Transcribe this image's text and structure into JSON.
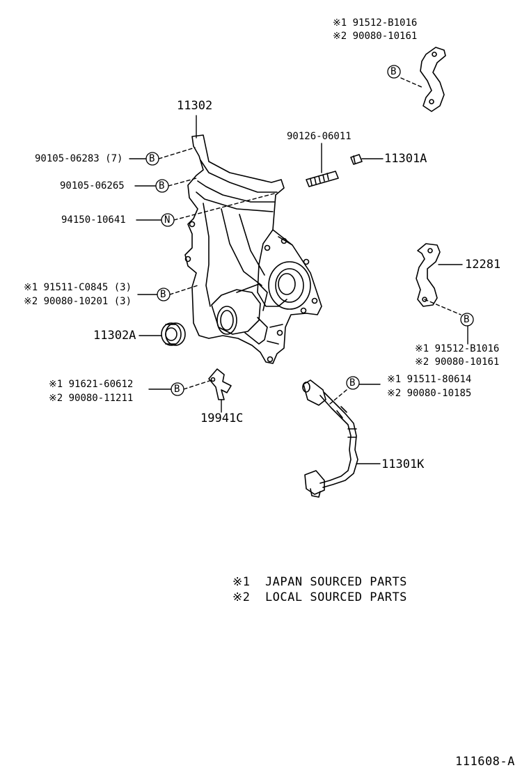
{
  "diagram": {
    "parts": {
      "p11302": "11302",
      "p90105_06283": "90105-06283 (7)",
      "p90105_06265": "90105-06265",
      "p94150_10641": "94150-10641",
      "p90126_06011": "90126-06011",
      "p11301A": "11301A",
      "p12281": "12281",
      "p11302A": "11302A",
      "p19941C": "19941C",
      "p11301K": "11301K"
    },
    "callouts": {
      "top_right_1": "※1 91512-B1016",
      "top_right_2": "※2 90080-10161",
      "left_mid_1": "※1 91511-C0845 (3)",
      "left_mid_2": "※2 90080-10201 (3)",
      "right_mid_1": "※1 91512-B1016",
      "right_mid_2": "※2 90080-10161",
      "left_low_1": "※1 91621-60612",
      "left_low_2": "※2 90080-11211",
      "right_low_1": "※1 91511-80614",
      "right_low_2": "※2 90080-10185"
    },
    "markers": {
      "bolt": "B",
      "nut": "N"
    },
    "legend": {
      "line1": "※1  JAPAN SOURCED PARTS",
      "line2": "※2  LOCAL SOURCED PARTS"
    },
    "figure_id": "111608-A"
  }
}
